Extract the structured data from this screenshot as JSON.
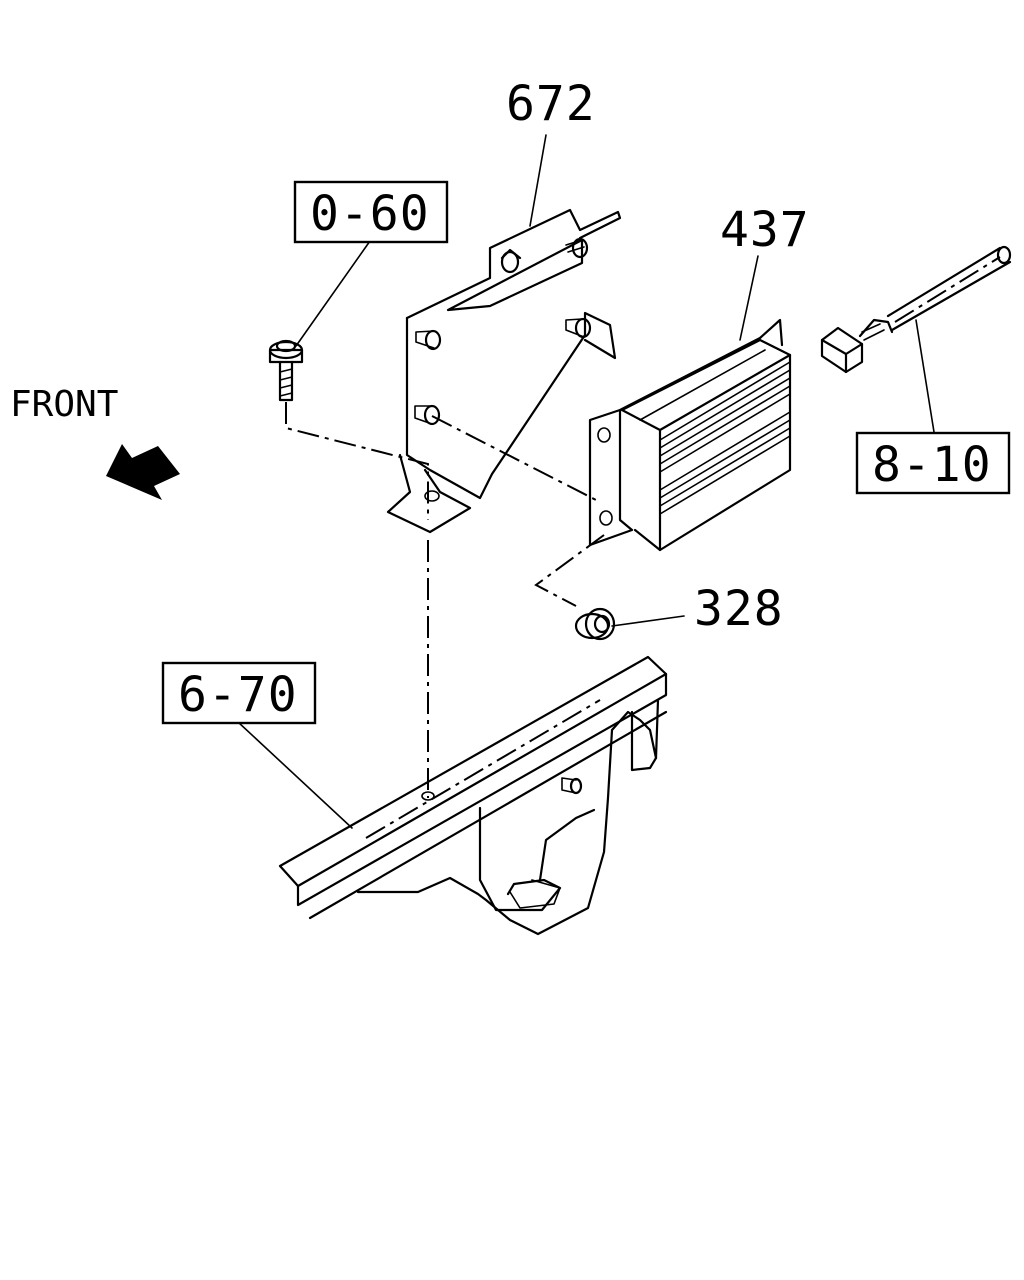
{
  "direction": {
    "label": "FRONT",
    "icon": "front-arrow-icon"
  },
  "part_numbers": {
    "bracket": "672",
    "control_unit": "437",
    "nut": "328"
  },
  "section_refs": {
    "bolt": "0-60",
    "harness": "8-10",
    "frame": "6-70"
  }
}
